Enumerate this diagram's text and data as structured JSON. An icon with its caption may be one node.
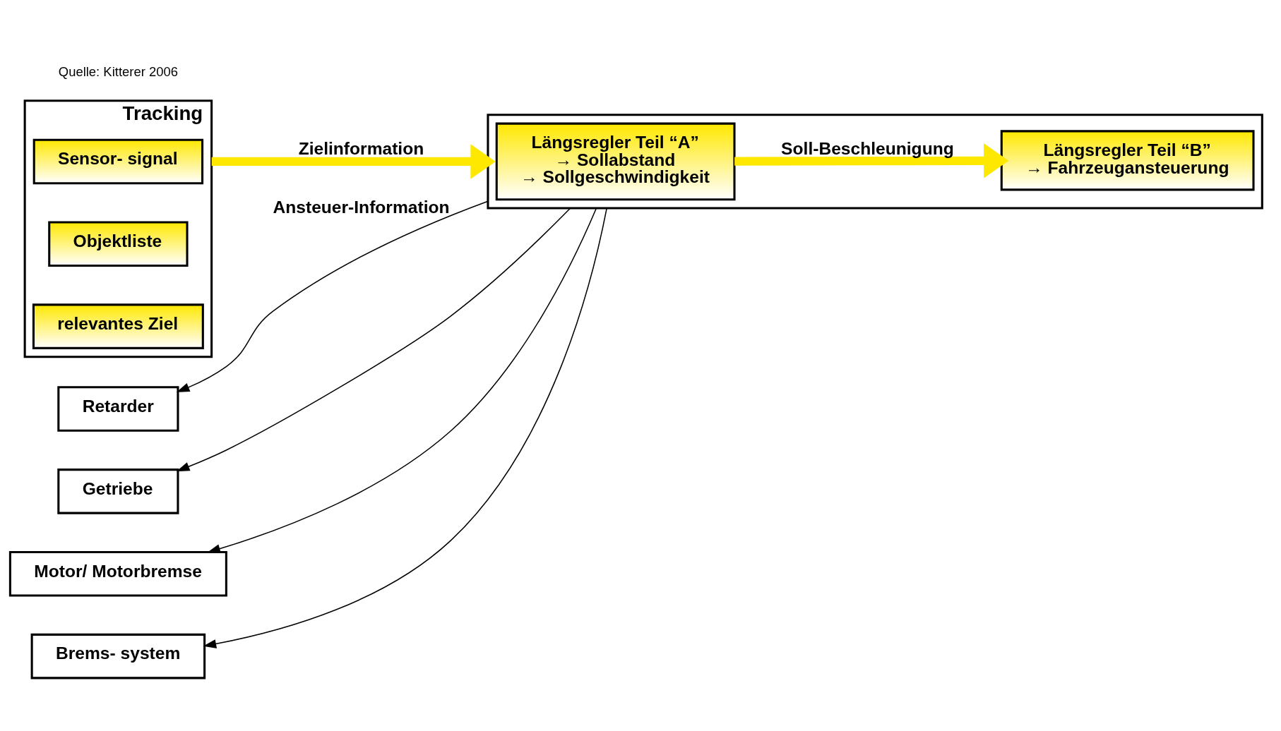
{
  "diagram": {
    "nodes": [
      {
        "text": [
          "Tracking"
        ]
      },
      {
        "text": [
          "Sensor- signal"
        ],
        "in": 0
      },
      {
        "text": [
          "Objektliste"
        ],
        "in": 0
      },
      {
        "text": [
          "relevantes Ziel"
        ],
        "in": 0
      },
      {
        "text": [],
        "shape": "box"
      },
      {
        "text": [
          "Längsregler Teil “A”",
          "→ Sollabstand",
          "→ Sollgeschwindigkeit"
        ],
        "in": 4
      },
      {
        "text": [
          "Längsregler Teil “B”",
          "→ Fahrzeugansteuerung"
        ],
        "in": 4
      },
      {
        "text": [
          "Retarder"
        ]
      },
      {
        "text": [
          "Getriebe"
        ]
      },
      {
        "text": [
          "Motor/ Motorbremse"
        ]
      },
      {
        "text": [
          "Brems- system"
        ]
      }
    ],
    "edges": [
      {
        "from": 0,
        "to": 4,
        "arrow": "to",
        "label": "Zielinformation",
        "style": "thick",
        "color": "#ffe800"
      },
      {
        "from": 5,
        "to": 6,
        "arrow": "to",
        "label": "Soll-Beschleunigung",
        "style": "thick",
        "color": "#ffe800"
      },
      {
        "from": 4,
        "to": 7,
        "arrow": "to",
        "label": "Ansteuer-Information"
      },
      {
        "from": 4,
        "to": 8,
        "arrow": "to"
      },
      {
        "from": 4,
        "to": 9,
        "arrow": "to"
      },
      {
        "from": 4,
        "to": 10,
        "arrow": "to"
      }
    ],
    "labels": [
      "Quelle: Kitterer 2006"
    ]
  }
}
